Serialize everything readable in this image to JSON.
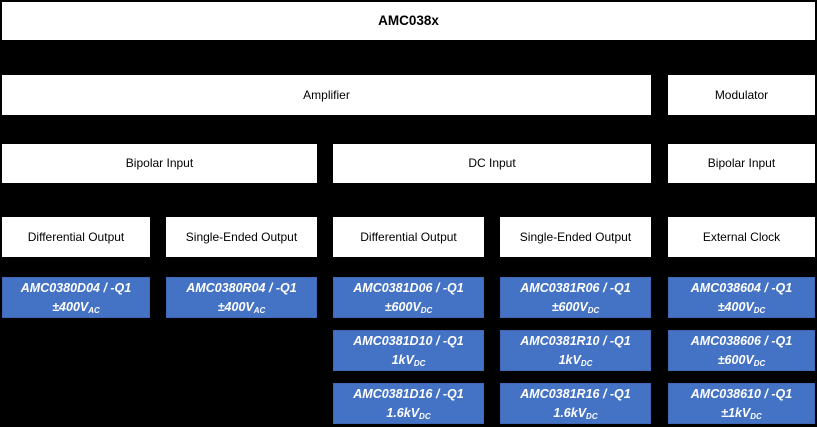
{
  "title": "AMC038x",
  "colors": {
    "background": "#000000",
    "label_box_bg": "#ffffff",
    "label_box_text": "#000000",
    "part_box_bg": "#4472C4",
    "part_box_text": "#ffffff"
  },
  "categories": {
    "amplifier": "Amplifier",
    "modulator": "Modulator"
  },
  "inputs": {
    "bipolar_left": "Bipolar Input",
    "dc": "DC Input",
    "bipolar_right": "Bipolar Input"
  },
  "outputs": {
    "diff_left": "Differential Output",
    "single_left": "Single-Ended Output",
    "diff_mid": "Differential Output",
    "single_mid": "Single-Ended Output",
    "ext_clock": "External Clock"
  },
  "parts": [
    {
      "name": "AMC0380D04 / -Q1",
      "rating": "±400V",
      "sub": "AC"
    },
    {
      "name": "AMC0380R04 / -Q1",
      "rating": "±400V",
      "sub": "AC"
    },
    {
      "name": "AMC0381D06 / -Q1",
      "rating": "±600V",
      "sub": "DC"
    },
    {
      "name": "AMC0381R06 / -Q1",
      "rating": "±600V",
      "sub": "DC"
    },
    {
      "name": "AMC038604 / -Q1",
      "rating": "±400V",
      "sub": "DC"
    },
    {
      "name": "AMC0381D10 / -Q1",
      "rating": "1kV",
      "sub": "DC"
    },
    {
      "name": "AMC0381R10 / -Q1",
      "rating": "1kV",
      "sub": "DC"
    },
    {
      "name": "AMC038606 / -Q1",
      "rating": "±600V",
      "sub": "DC"
    },
    {
      "name": "AMC0381D16 / -Q1",
      "rating": "1.6kV",
      "sub": "DC"
    },
    {
      "name": "AMC0381R16 / -Q1",
      "rating": "1.6kV",
      "sub": "DC"
    },
    {
      "name": "AMC038610 / -Q1",
      "rating": "±1kV",
      "sub": "DC"
    }
  ]
}
